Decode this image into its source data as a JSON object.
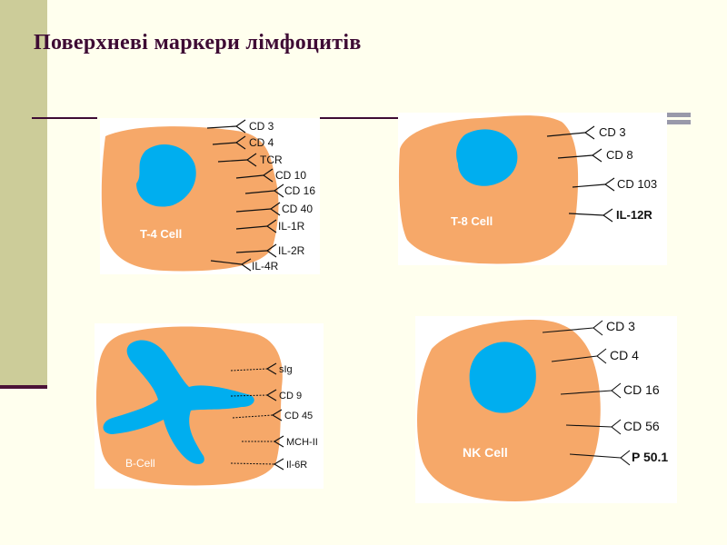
{
  "title": "Поверхневі маркери лімфоцитів",
  "colors": {
    "background": "#FFFFEE",
    "sidebar": "#CCCC99",
    "title": "#3E0B34",
    "cell_body": "#F6A869",
    "nucleus": "#00AEEF",
    "line": "#111111"
  },
  "panels": [
    {
      "id": "t4",
      "cell_label": "T-4 Cell",
      "markers": [
        "CD 3",
        "CD 4",
        "TCR",
        "CD 10",
        "CD 16",
        "CD 40",
        "IL-1R",
        "IL-2R",
        "IL-4R"
      ]
    },
    {
      "id": "t8",
      "cell_label": "T-8 Cell",
      "markers": [
        "CD 3",
        "CD 8",
        "CD 103",
        "IL-12R"
      ]
    },
    {
      "id": "b",
      "cell_label": "B-Cell",
      "markers": [
        "sIg",
        "CD 9",
        "CD 45",
        "MCH-II",
        "Il-6R"
      ]
    },
    {
      "id": "nk",
      "cell_label": "NK Cell",
      "markers": [
        "CD 3",
        "CD 4",
        "CD 16",
        "CD 56",
        "P 50.1"
      ]
    }
  ]
}
